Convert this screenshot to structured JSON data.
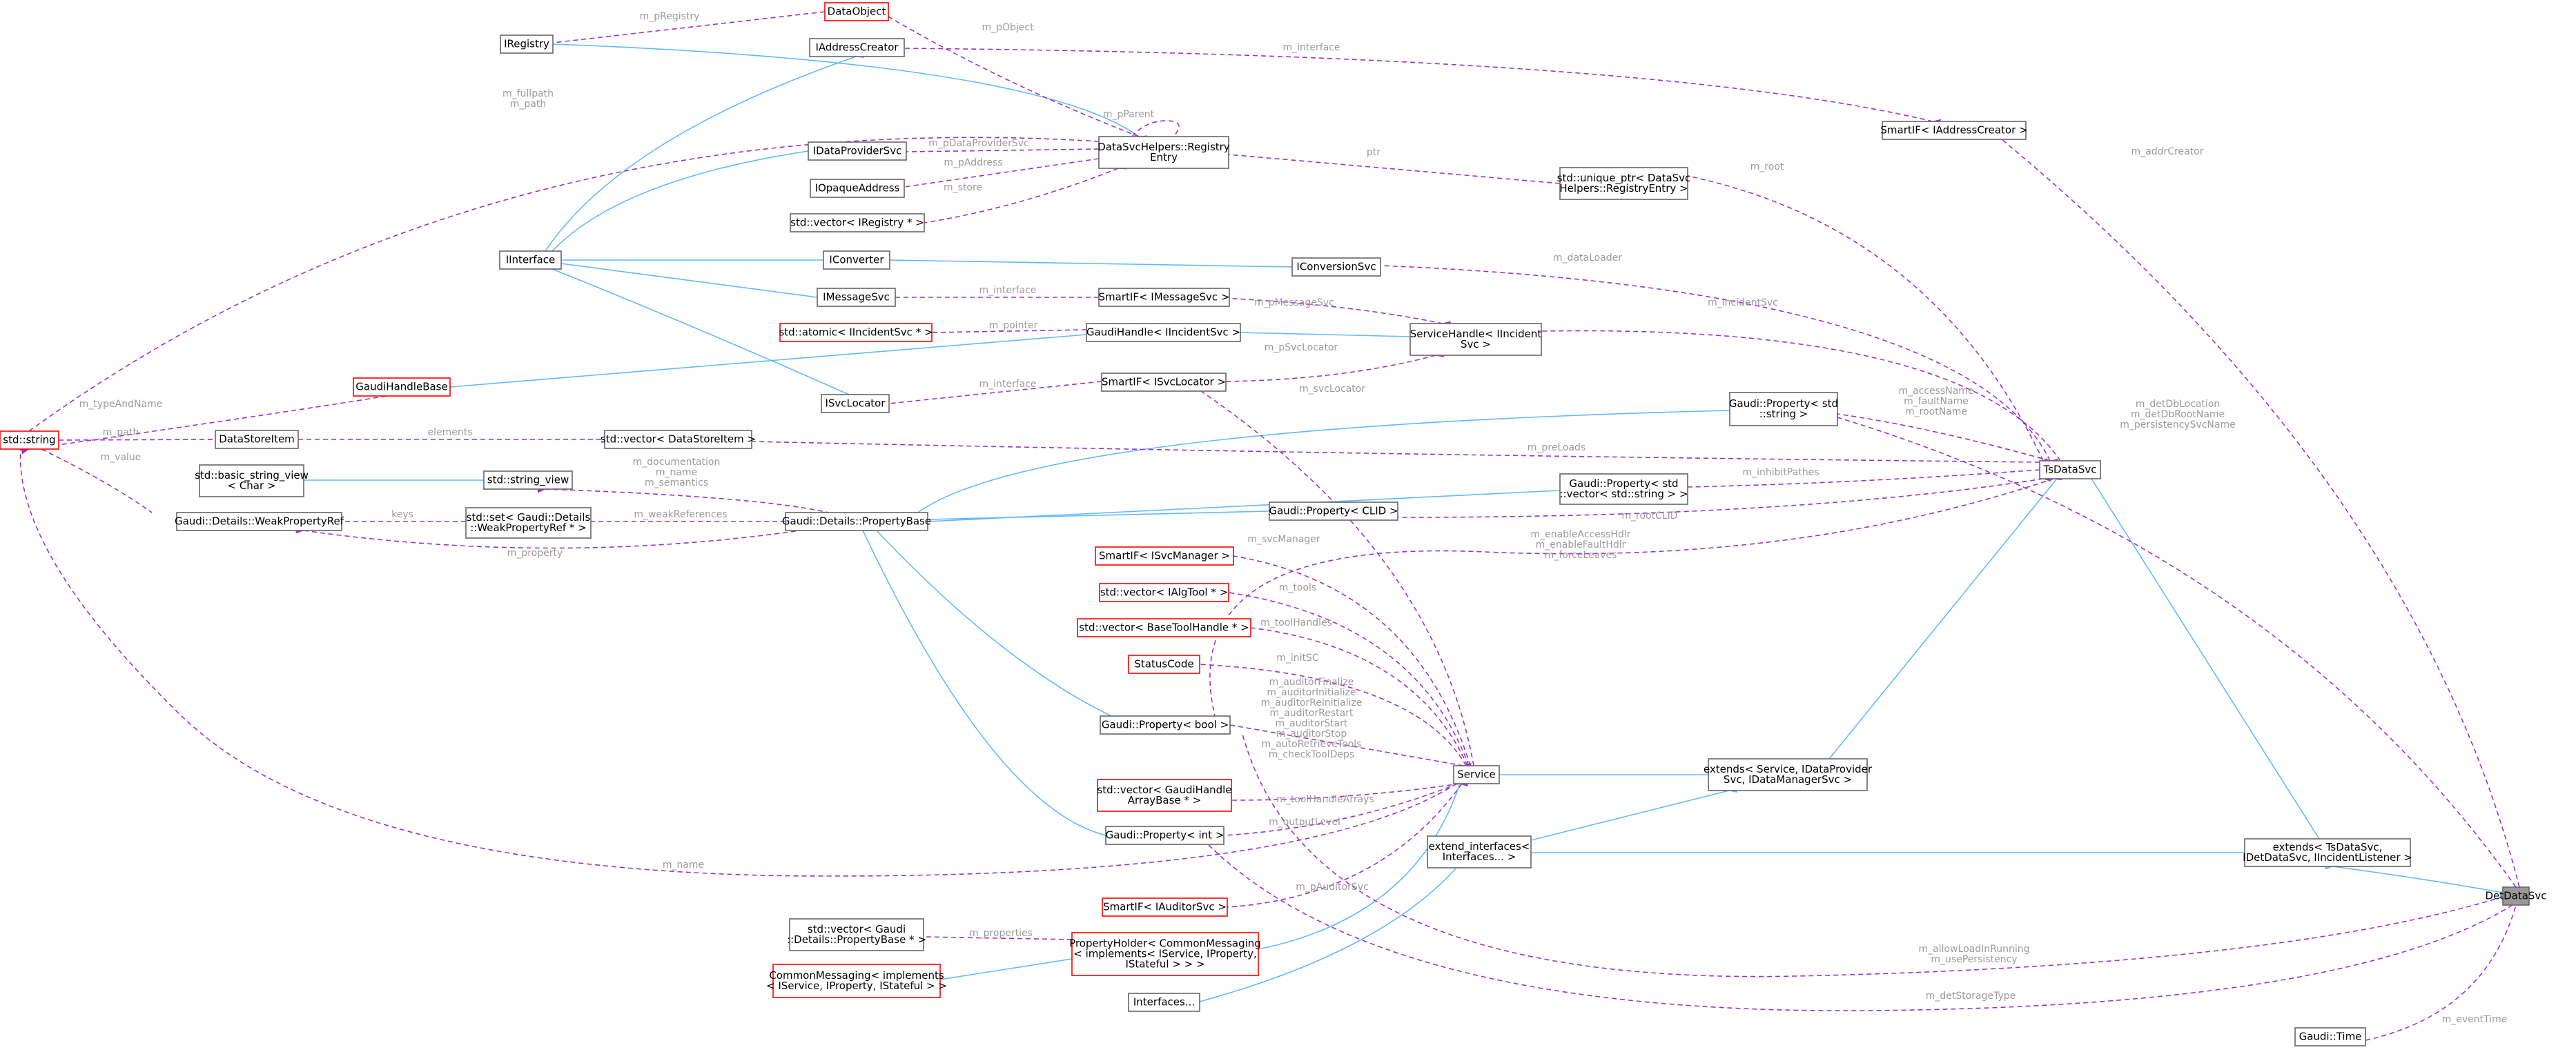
{
  "colors": {
    "inherit": "#63b8ff",
    "use": "#9a32cd",
    "red_border": "#ff0000",
    "label": "#9a9a9a",
    "highlight": "#999999"
  },
  "nodes": {
    "DetDataSvc": [
      "DetDataSvc"
    ],
    "TsDataSvc": [
      "TsDataSvc"
    ],
    "extends_TsDataSvc": [
      "extends< TsDataSvc,",
      "IDetDataSvc, IIncidentListener >"
    ],
    "extend_interfaces": [
      "extend_interfaces<",
      "Interfaces... >"
    ],
    "extends_Service": [
      "extends< Service, IDataProvider",
      "Svc, IDataManagerSvc >"
    ],
    "Service": [
      "Service"
    ],
    "Interfaces": [
      "Interfaces..."
    ],
    "PropertyHolder": [
      "PropertyHolder< CommonMessaging",
      "< implements< IService, IProperty,",
      "IStateful > > >"
    ],
    "CommonMessaging": [
      "CommonMessaging< implements",
      "< IService, IProperty, IStateful > >"
    ],
    "vector_PropertyBase": [
      "std::vector< Gaudi",
      "::Details::PropertyBase * >"
    ],
    "SmartIF_IAuditorSvc": [
      "SmartIF< IAuditorSvc >"
    ],
    "Property_int": [
      "Gaudi::Property< int >"
    ],
    "vector_GaudiHandleArrayBase": [
      "std::vector< GaudiHandle",
      "ArrayBase * >"
    ],
    "Property_bool": [
      "Gaudi::Property< bool >"
    ],
    "StatusCode": [
      "StatusCode"
    ],
    "vector_BaseToolHandle": [
      "std::vector< BaseToolHandle * >"
    ],
    "vector_IAlgTool": [
      "std::vector< IAlgTool * >"
    ],
    "SmartIF_ISvcManager": [
      "SmartIF< ISvcManager >"
    ],
    "PropertyBase": [
      "Gaudi::Details::PropertyBase"
    ],
    "Property_CLID": [
      "Gaudi::Property< CLID >"
    ],
    "Property_vector_string": [
      "Gaudi::Property< std",
      "::vector< std::string > >"
    ],
    "Property_string": [
      "Gaudi::Property< std",
      "::string >"
    ],
    "string_view": [
      "std::string_view"
    ],
    "basic_string_view": [
      "std::basic_string_view",
      "< Char >"
    ],
    "WeakPropertyRef": [
      "Gaudi::Details::WeakPropertyRef"
    ],
    "set_WeakPropertyRef": [
      "std::set< Gaudi::Details",
      "::WeakPropertyRef * >"
    ],
    "std_string": [
      "std::string"
    ],
    "DataStoreItem": [
      "DataStoreItem"
    ],
    "vector_DataStoreItem": [
      "std::vector< DataStoreItem >"
    ],
    "GaudiHandleBase": [
      "GaudiHandleBase"
    ],
    "ISvcLocator": [
      "ISvcLocator"
    ],
    "SmartIF_ISvcLocator": [
      "SmartIF< ISvcLocator >"
    ],
    "atomic_IIncidentSvc": [
      "std::atomic< IIncidentSvc * >"
    ],
    "GaudiHandle_IIncidentSvc": [
      "GaudiHandle< IIncidentSvc >"
    ],
    "ServiceHandle_IIncidentSvc": [
      "ServiceHandle< IIncident",
      "Svc >"
    ],
    "IMessageSvc": [
      "IMessageSvc"
    ],
    "SmartIF_IMessageSvc": [
      "SmartIF< IMessageSvc >"
    ],
    "IInterface": [
      "IInterface"
    ],
    "IConverter": [
      "IConverter"
    ],
    "IConversionSvc": [
      "IConversionSvc"
    ],
    "vector_IRegistry": [
      "std::vector< IRegistry * >"
    ],
    "IOpaqueAddress": [
      "IOpaqueAddress"
    ],
    "IDataProviderSvc": [
      "IDataProviderSvc"
    ],
    "RegistryEntry": [
      "DataSvcHelpers::Registry",
      "Entry"
    ],
    "unique_ptr_RegistryEntry": [
      "std::unique_ptr< DataSvc",
      "Helpers::RegistryEntry >"
    ],
    "IAddressCreator": [
      "IAddressCreator"
    ],
    "IRegistry": [
      "IRegistry"
    ],
    "DataObject": [
      "DataObject"
    ],
    "SmartIF_IAddressCreator": [
      "SmartIF< IAddressCreator >"
    ],
    "Gaudi_Time": [
      "Gaudi::Time"
    ]
  },
  "edge_labels": {
    "pRegistry": [
      "m_pRegistry"
    ],
    "pObject": [
      "m_pObject"
    ],
    "pParent": [
      "m_pParent"
    ],
    "fullpath": [
      "m_fullpath",
      "m_path"
    ],
    "pDataProviderSvc": [
      "m_pDataProviderSvc"
    ],
    "pAddress": [
      "m_pAddress"
    ],
    "store": [
      "m_store"
    ],
    "interface_addr": [
      "m_interface"
    ],
    "ptr": [
      "ptr"
    ],
    "root": [
      "m_root"
    ],
    "dataLoader": [
      "m_dataLoader"
    ],
    "interface_msg": [
      "m_interface"
    ],
    "pMessageSvc": [
      "m_pMessageSvc"
    ],
    "incidentSvc": [
      "m_incidentSvc"
    ],
    "pointer": [
      "m_pointer"
    ],
    "pSvcLocator": [
      "m_pSvcLocator"
    ],
    "interface_loc": [
      "m_interface"
    ],
    "svcLocator": [
      "m_svcLocator"
    ],
    "typeAndName": [
      "m_typeAndName"
    ],
    "path": [
      "m_path"
    ],
    "elements": [
      "elements"
    ],
    "value": [
      "m_value"
    ],
    "accessName": [
      "m_accessName",
      "m_faultName",
      "m_rootName"
    ],
    "preLoads": [
      "m_preLoads"
    ],
    "inhibitPathes": [
      "m_inhibitPathes"
    ],
    "rootCLID": [
      "m_rootCLID"
    ],
    "enableAccessHdlr": [
      "m_enableAccessHdlr",
      "m_enableFaultHdlr",
      "m_forceLeaves"
    ],
    "documentation": [
      "m_documentation",
      "m_name",
      "m_semantics"
    ],
    "weakReferences": [
      "m_weakReferences"
    ],
    "keys": [
      "keys"
    ],
    "property": [
      "m_property"
    ],
    "svcManager": [
      "m_svcManager"
    ],
    "tools": [
      "m_tools"
    ],
    "toolHandles": [
      "m_toolHandles"
    ],
    "initSC": [
      "m_initSC"
    ],
    "auditors": [
      "m_auditorFinalize",
      "m_auditorInitialize",
      "m_auditorReinitialize",
      "m_auditorRestart",
      "m_auditorStart",
      "m_auditorStop",
      "m_autoRetrieveTools",
      "m_checkToolDeps"
    ],
    "toolHandleArrays": [
      "m_toolHandleArrays"
    ],
    "outputLevel": [
      "m_outputLevel"
    ],
    "name": [
      "m_name"
    ],
    "pAuditorSvc": [
      "m_pAuditorSvc"
    ],
    "properties": [
      "m_properties"
    ],
    "addrCreator": [
      "m_addrCreator"
    ],
    "detDbLocation": [
      "m_detDbLocation",
      "m_detDbRootName",
      "m_persistencySvcName"
    ],
    "allowLoadInRunning": [
      "m_allowLoadInRunning",
      "m_usePersistency"
    ],
    "detStorageType": [
      "m_detStorageType"
    ],
    "eventTime": [
      "m_eventTime"
    ]
  }
}
